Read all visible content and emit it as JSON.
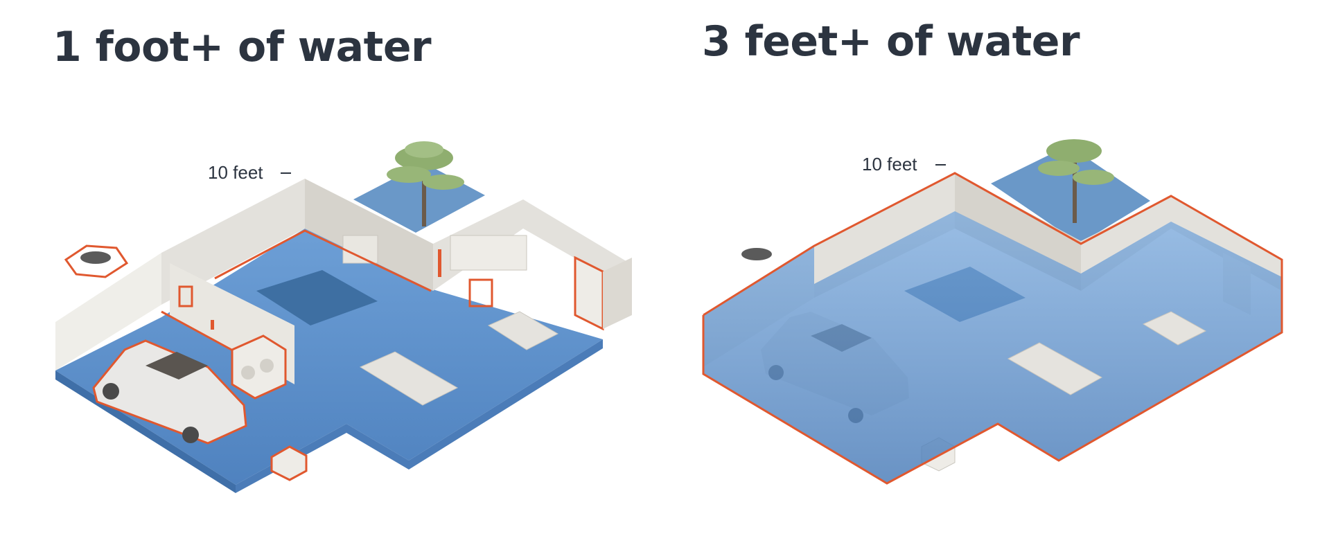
{
  "panels": [
    {
      "title": "1 foot+ of water",
      "height_label": "10 feet"
    },
    {
      "title": "3 feet+ of water",
      "height_label": "10 feet"
    }
  ],
  "colors": {
    "title_text": "#2c3440",
    "water": "#5b8fca",
    "water_deep": "#3f6fa8",
    "flood_outline": "#e0582f",
    "wall": "#e3e1dc",
    "tree_foliage": "#8fae6f"
  }
}
